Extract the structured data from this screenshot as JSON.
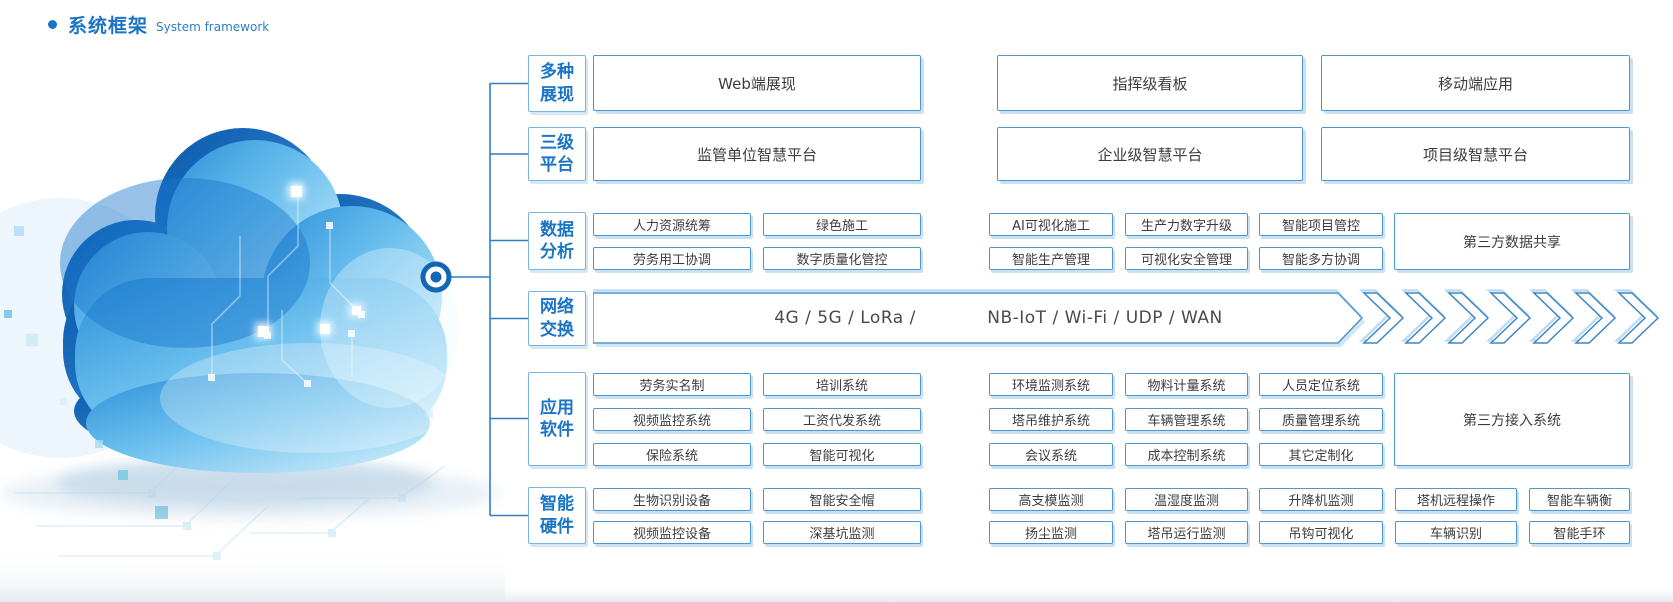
{
  "title": {
    "zh": "系统框架",
    "en": "System framework"
  },
  "colors": {
    "accent_blue": "#1b74c5",
    "connector_line": "#2f7fc1",
    "box_border": "#4b97ce",
    "box_shadow": "#c9e0f2",
    "box_text": "#3c3c3c",
    "node_ring": "#1266b6",
    "cloud_dark": "#0a57ab",
    "cloud_light": "#d6f1fc"
  },
  "levels": [
    {
      "name": "多种展现",
      "label_line1": "多种",
      "label_line2": "展现",
      "boxes": [
        "Web端展现",
        "指挥级看板",
        "移动端应用"
      ]
    },
    {
      "name": "三级平台",
      "label_line1": "三级",
      "label_line2": "平台",
      "boxes": [
        "监管单位智慧平台",
        "企业级智慧平台",
        "项目级智慧平台"
      ]
    },
    {
      "name": "数据分析",
      "label_line1": "数据",
      "label_line2": "分析",
      "grid": [
        [
          "人力资源统筹",
          "绿色施工",
          "AI可视化施工",
          "生产力数字升级",
          "智能项目管控"
        ],
        [
          "劳务用工协调",
          "数字质量化管控",
          "智能生产管理",
          "可视化安全管理",
          "智能多方协调"
        ]
      ],
      "side_box": "第三方数据共享"
    },
    {
      "name": "网络交换",
      "label_line1": "网络",
      "label_line2": "交换",
      "band_left": "4G / 5G / LoRa /",
      "band_right": "NB-IoT / Wi-Fi / UDP / WAN"
    },
    {
      "name": "应用软件",
      "label_line1": "应用",
      "label_line2": "软件",
      "grid": [
        [
          "劳务实名制",
          "培训系统",
          "环境监测系统",
          "物料计量系统",
          "人员定位系统"
        ],
        [
          "视频监控系统",
          "工资代发系统",
          "塔吊维护系统",
          "车辆管理系统",
          "质量管理系统"
        ],
        [
          "保险系统",
          "智能可视化",
          "会议系统",
          "成本控制系统",
          "其它定制化"
        ]
      ],
      "side_box": "第三方接入系统"
    },
    {
      "name": "智能硬件",
      "label_line1": "智能",
      "label_line2": "硬件",
      "grid": [
        [
          "生物识别设备",
          "智能安全帽",
          "高支模监测",
          "温湿度监测",
          "升降机监测",
          "塔机远程操作",
          "智能车辆衡"
        ],
        [
          "视频监控设备",
          "深基坑监测",
          "扬尘监测",
          "塔吊运行监测",
          "吊钩可视化",
          "车辆识别",
          "智能手环"
        ]
      ]
    }
  ]
}
